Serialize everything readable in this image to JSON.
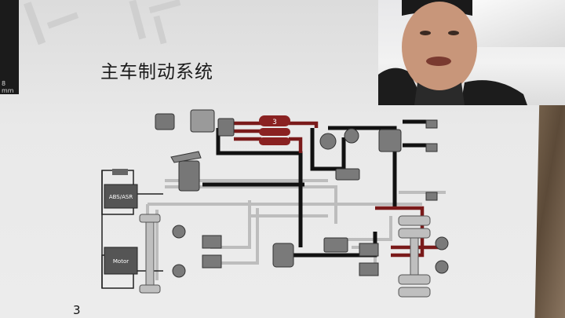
{
  "page": {
    "title": "主车制动系统",
    "page_number": "3",
    "left_strip_text": "8 mm"
  },
  "diagram": {
    "labels": {
      "reservoir": "3",
      "abs_unit": "ABS/ASR",
      "motor_unit": "Motor"
    },
    "colors": {
      "air_line": "#7a1a1a",
      "control_line": "#1a1a1a",
      "pipe": "#c9c9c9",
      "component": "#6e6e6e"
    }
  }
}
